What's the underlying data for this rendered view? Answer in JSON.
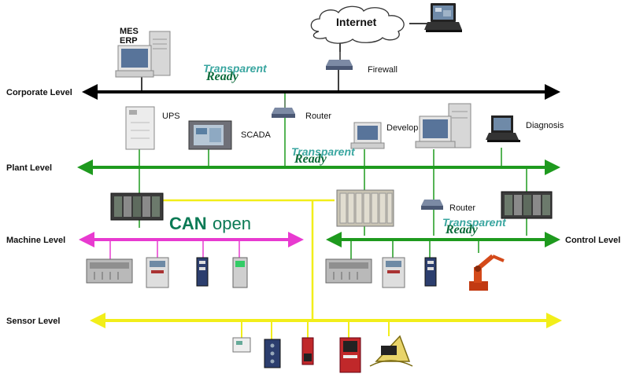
{
  "labels": {
    "mes": "MES",
    "erp": "ERP",
    "internet": "Internet",
    "firewall": "Firewall",
    "router_corp": "Router",
    "router_ctrl": "Router",
    "ups": "UPS",
    "scada": "SCADA",
    "develop": "Develop",
    "diagnosis": "Diagnosis"
  },
  "levels": {
    "corporate": "Corporate Level",
    "plant": "Plant Level",
    "machine": "Machine Level",
    "control": "Control Level",
    "sensor": "Sensor Level"
  },
  "logos": {
    "transparent": "Transparent",
    "ready": "Ready",
    "can": "CAN",
    "open": "open"
  },
  "colors": {
    "corporate_bus": "#000000",
    "plant_bus": "#1e9a1e",
    "machine_bus": "#e83ad0",
    "control_bus": "#1e9a1e",
    "sensor_bus": "#f2ee1a",
    "logo_teal": "#3aa6a0",
    "logo_green": "#0b6a3a"
  }
}
